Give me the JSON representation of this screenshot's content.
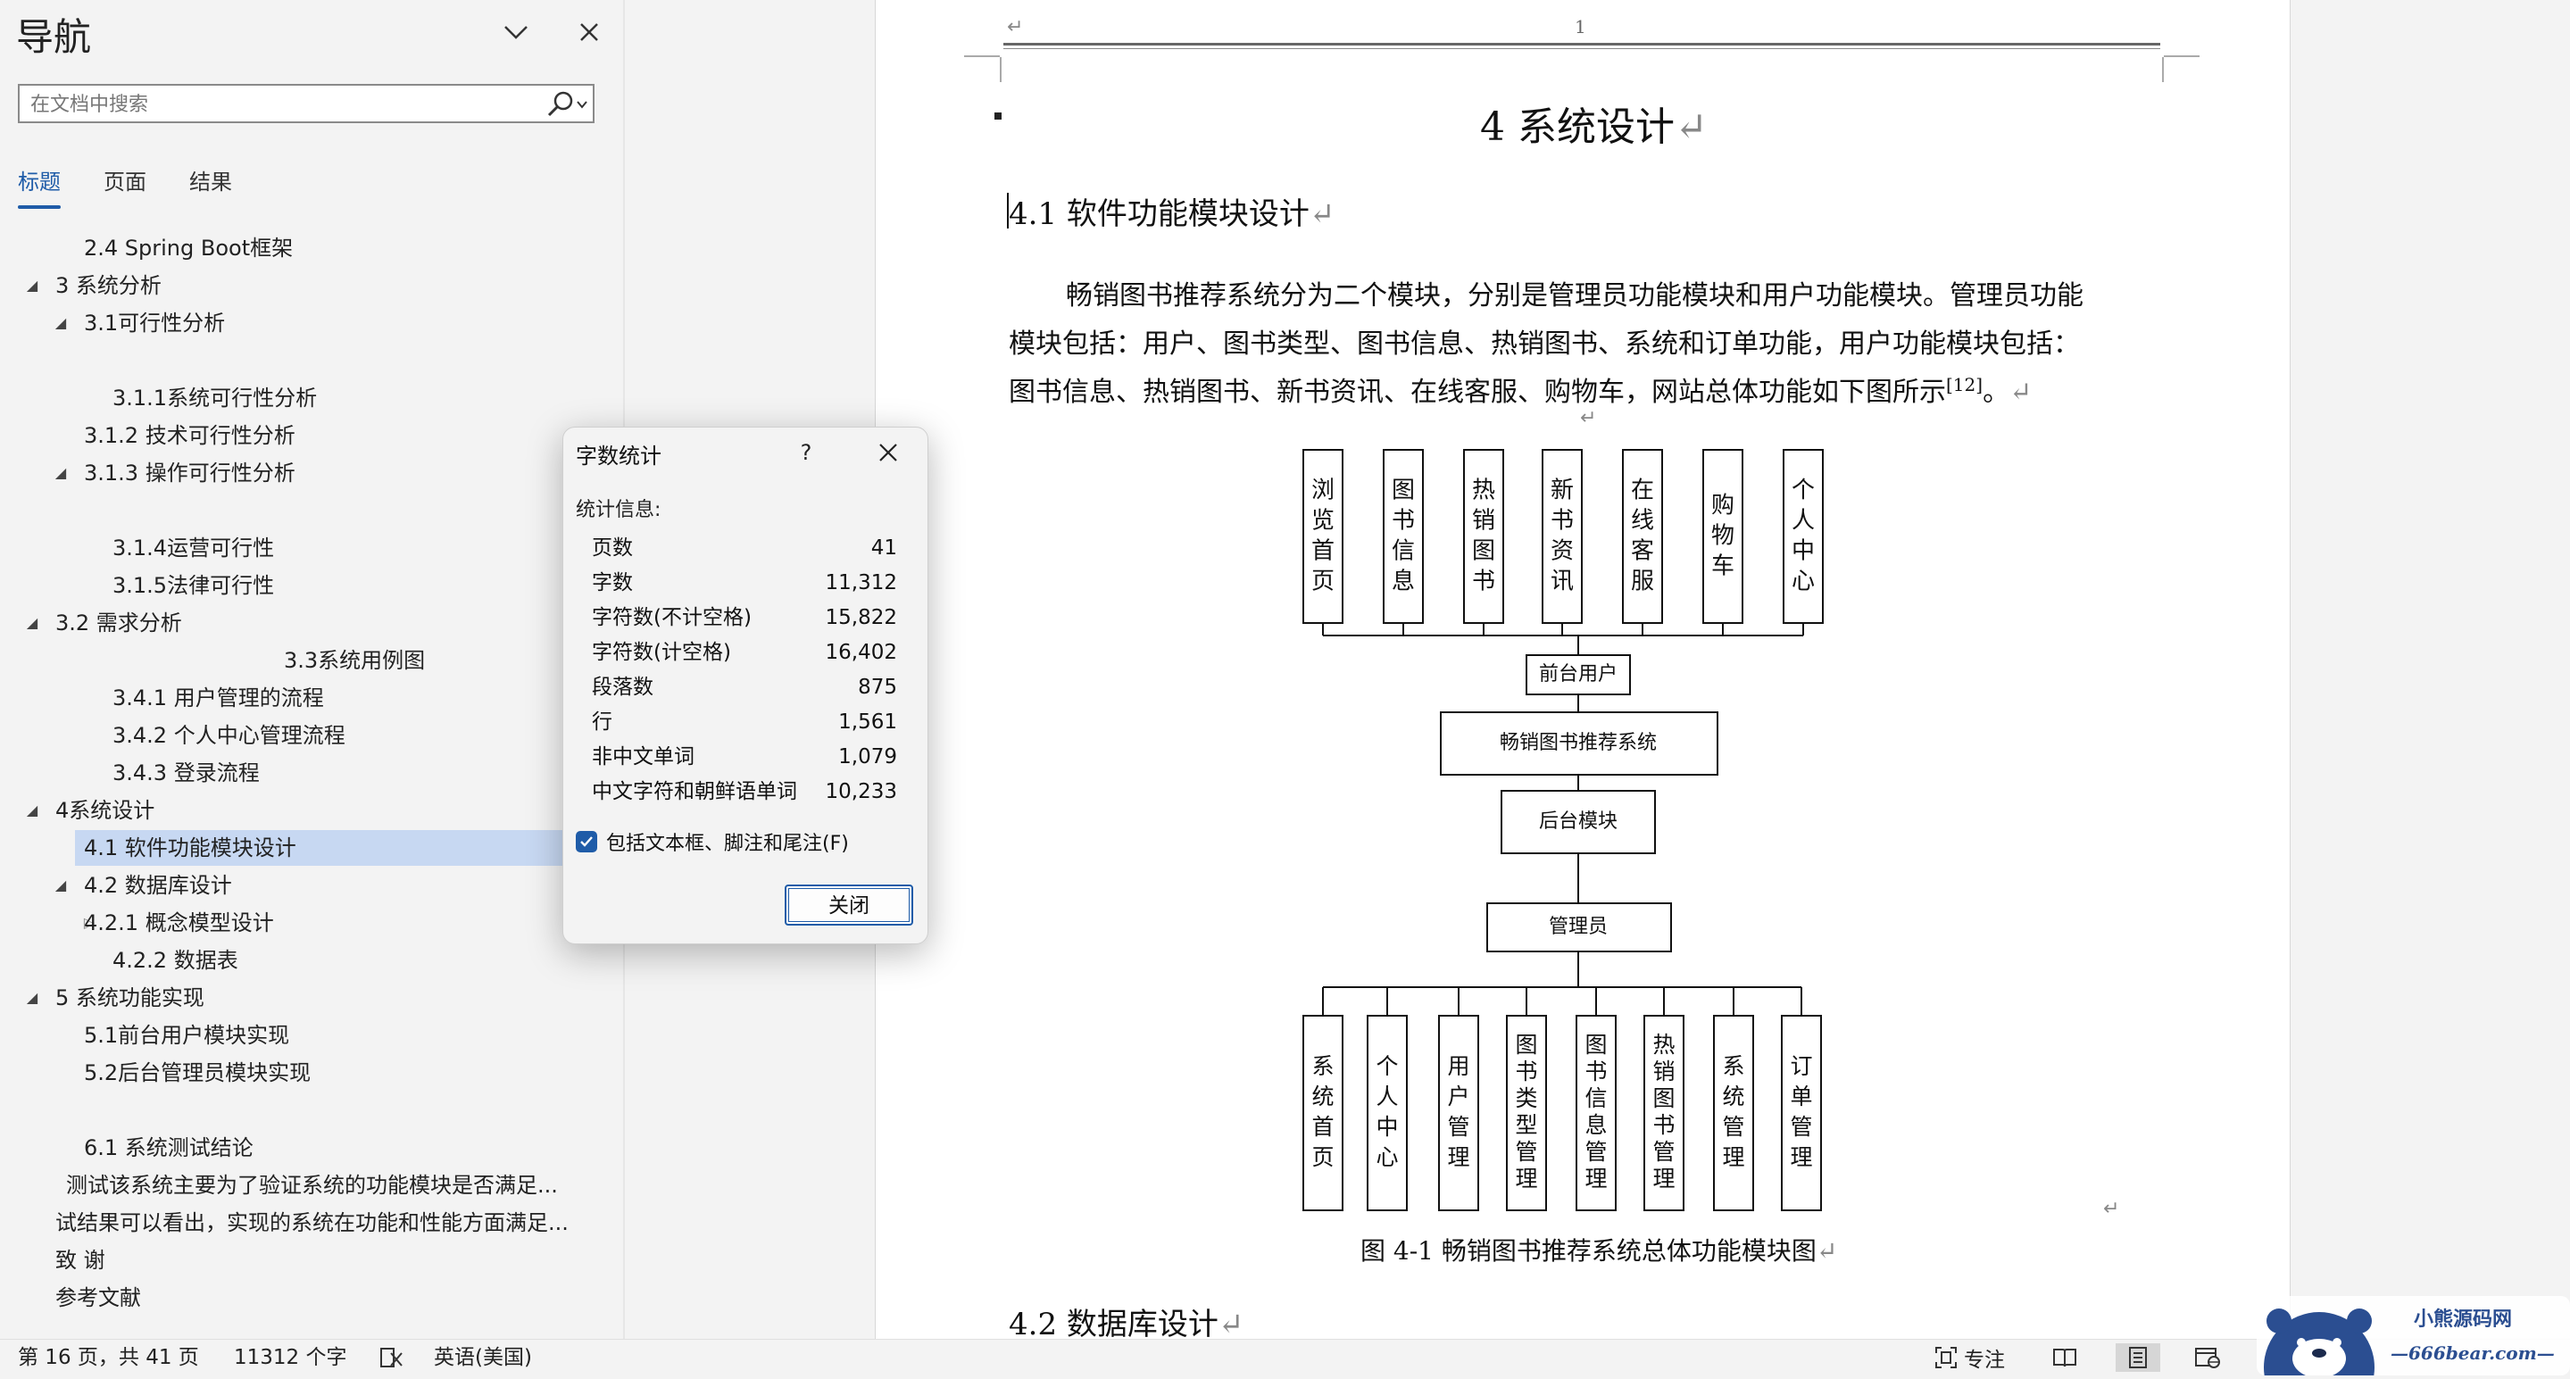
{
  "nav": {
    "title": "导航",
    "search_placeholder": "在文档中搜索",
    "tabs": [
      "标题",
      "页面",
      "结果"
    ],
    "active_tab": "标题",
    "tree": [
      {
        "label": "2.4 Spring Boot框架",
        "level": 2,
        "caret": "none"
      },
      {
        "label": "3 系统分析",
        "level": 0,
        "caret": "open"
      },
      {
        "label": "3.1可行性分析",
        "level": 1,
        "caret": "open"
      },
      {
        "label": "3.1.1系统可行性分析",
        "level": 3,
        "caret": "none",
        "gap_before": true
      },
      {
        "label": "3.1.2 技术可行性分析",
        "level": 2,
        "caret": "none"
      },
      {
        "label": "3.1.3 操作可行性分析",
        "level": 1,
        "caret": "open"
      },
      {
        "label": "3.1.4运营可行性",
        "level": 3,
        "caret": "none",
        "gap_before": true
      },
      {
        "label": "3.1.5法律可行性",
        "level": 3,
        "caret": "none"
      },
      {
        "label": "3.2 需求分析",
        "level": 0,
        "caret": "open"
      },
      {
        "label": "3.3系统用例图",
        "level": 5,
        "caret": "none"
      },
      {
        "label": "3.4.1 用户管理的流程",
        "level": 3,
        "caret": "none"
      },
      {
        "label": "3.4.2 个人中心管理流程",
        "level": 3,
        "caret": "none"
      },
      {
        "label": "3.4.3 登录流程",
        "level": 3,
        "caret": "none"
      },
      {
        "label": "4系统设计",
        "level": 0,
        "caret": "open"
      },
      {
        "label": "4.1 软件功能模块设计",
        "level": 2,
        "caret": "none",
        "selected": true
      },
      {
        "label": "4.2 数据库设计",
        "level": 1,
        "caret": "open"
      },
      {
        "label": "4.2.1 概念模型设计",
        "level": 2,
        "caret": "closed"
      },
      {
        "label": "4.2.2 数据表",
        "level": 3,
        "caret": "none"
      },
      {
        "label": "5 系统功能实现",
        "level": 0,
        "caret": "open"
      },
      {
        "label": "5.1前台用户模块实现",
        "level": 2,
        "caret": "none"
      },
      {
        "label": "5.2后台管理员模块实现",
        "level": 2,
        "caret": "none"
      },
      {
        "label": "6.1 系统测试结论",
        "level": 2,
        "caret": "none",
        "gap_before": true
      },
      {
        "label": "测试该系统主要为了验证系统的功能模块是否满足...",
        "level": 4,
        "caret": "none"
      },
      {
        "label": "试结果可以看出，实现的系统在功能和性能方面满足...",
        "level": 0,
        "caret": "none"
      },
      {
        "label": "致  谢",
        "level": 0,
        "caret": "none"
      },
      {
        "label": "参考文献",
        "level": 0,
        "caret": "none"
      }
    ]
  },
  "document": {
    "header_page_number": "1",
    "chapter_title": "4 系统设计",
    "section_41": "4.1  软件功能模块设计",
    "paragraph_lines": [
      "畅销图书推荐系统分为二个模块，分别是管理员功能模块和用户功能模块。管理员功能",
      "模块包括：用户、图书类型、图书信息、热销图书、系统和订单功能，用户功能模块包括：",
      "图书信息、热销图书、新书资讯、在线客服、购物车，网站总体功能如下图所示"
    ],
    "citation": "[12]",
    "para_end": "。",
    "diagram": {
      "top_modules": [
        "浏览首页",
        "图书信息",
        "热销图书",
        "新书资讯",
        "在线客服",
        "购物车",
        "个人中心"
      ],
      "front_user": "前台用户",
      "system": "畅销图书推荐系统",
      "backend": "后台模块",
      "admin": "管理员",
      "bottom_modules": [
        "系统首页",
        "个人中心",
        "用户管理",
        "图书类型管理",
        "图书信息管理",
        "热销图书管理",
        "系统管理",
        "订单管理"
      ]
    },
    "caption": "图 4-1 畅销图书推荐系统总体功能模块图",
    "section_42": "4.2  数据库设计"
  },
  "dialog": {
    "title": "字数统计",
    "help": "?",
    "section_label": "统计信息:",
    "stats": [
      {
        "label": "页数",
        "value": "41"
      },
      {
        "label": "字数",
        "value": "11,312"
      },
      {
        "label": "字符数(不计空格)",
        "value": "15,822"
      },
      {
        "label": "字符数(计空格)",
        "value": "16,402"
      },
      {
        "label": "段落数",
        "value": "875"
      },
      {
        "label": "行",
        "value": "1,561"
      },
      {
        "label": "非中文单词",
        "value": "1,079"
      },
      {
        "label": "中文字符和朝鲜语单词",
        "value": "10,233"
      }
    ],
    "checkbox_label": "包括文本框、脚注和尾注(F)",
    "checkbox_checked": true,
    "close_button": "关闭"
  },
  "status_bar": {
    "page_info": "第 16 页，共 41 页",
    "word_count": "11312 个字",
    "language": "英语(美国)",
    "focus": "专注"
  },
  "watermark": {
    "brand": "小熊源码网",
    "url": "—666bear.com—"
  },
  "colors": {
    "accent": "#1f5ca8",
    "selection": "#c7d8f2",
    "pane_bg": "#f3f3f3"
  }
}
